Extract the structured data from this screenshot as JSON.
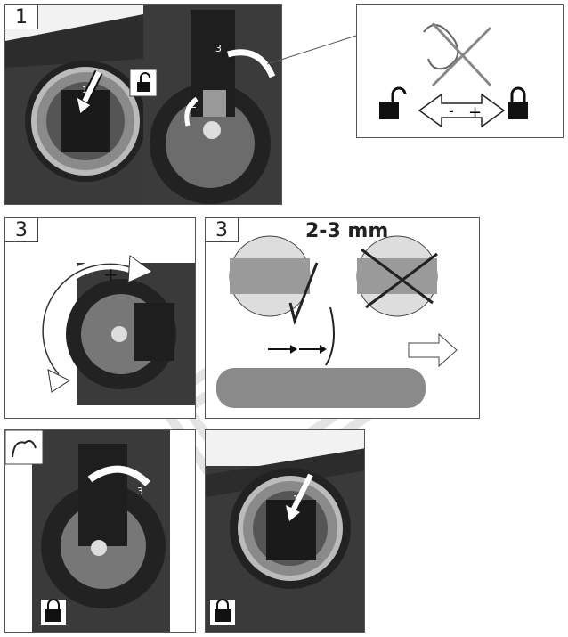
{
  "steps": {
    "panel1_number": "1",
    "panel3a_number": "3",
    "panel3b_number": "3",
    "tension_gap": "2-3 mm",
    "plus_sign": "+",
    "minus_sign": "-",
    "callouts": [
      "1",
      "2",
      "3",
      "3",
      "1"
    ]
  },
  "icons": [
    "unlock-icon",
    "lock-icon",
    "strong-arm-icon",
    "hand-icon",
    "arrow-right-icon"
  ]
}
